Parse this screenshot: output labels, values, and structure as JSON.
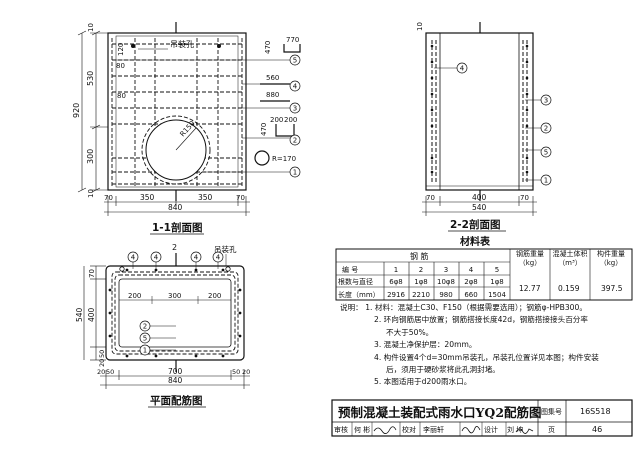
{
  "view11": {
    "title": "1-1剖面图",
    "lifting_hole": "吊装孔",
    "dims_height": [
      "530",
      "920",
      "300",
      "10",
      "10",
      "80",
      "80",
      "120"
    ],
    "dims_width": [
      "70",
      "350",
      "350",
      "70"
    ],
    "dims_total": "840",
    "radius": "R150",
    "callouts": [
      "5",
      "4",
      "3",
      "2",
      "1"
    ],
    "bar_dims": {
      "b5a": "470",
      "b5b": "770",
      "b4": "560",
      "b3": "880",
      "b2a": "200",
      "b2b": "200",
      "b2c": "470",
      "b1": "R=170"
    }
  },
  "view22": {
    "title": "2-2剖面图",
    "dims_height": [
      "10"
    ],
    "dims_width": [
      "70",
      "400",
      "70"
    ],
    "dims_total": "540",
    "callouts": [
      "4",
      "3",
      "2",
      "5",
      "1"
    ]
  },
  "plan": {
    "title": "平面配筋图",
    "lifting_hole": "吊装孔",
    "section_mark": "2",
    "callouts": [
      "4",
      "4",
      "4",
      "4",
      "2",
      "5",
      "1"
    ],
    "inner_dims": [
      "200",
      "300",
      "200"
    ],
    "dims_height": [
      "70",
      "400",
      "540",
      "50",
      "20"
    ],
    "dims_width": [
      "20",
      "50",
      "700",
      "50",
      "20"
    ],
    "dims_total": "840"
  },
  "material_table": {
    "title": "材料表",
    "header_rebar": "钢 筋",
    "row_labels": [
      "编 号",
      "根数与直径",
      "长度（mm）"
    ],
    "numbers": [
      "1",
      "2",
      "3",
      "4",
      "5"
    ],
    "counts": [
      "6φ8",
      "1φ8",
      "10φ8",
      "2φ8",
      "1φ8"
    ],
    "lengths": [
      "2916",
      "2210",
      "980",
      "660",
      "1504"
    ],
    "col_steel": "钢筋重量（kg）",
    "col_concrete": "混凝土体积（m³）",
    "col_weight": "构件重量（kg）",
    "steel": "12.77",
    "concrete": "0.159",
    "weight": "397.5"
  },
  "notes": {
    "label": "说明：",
    "items": [
      "1. 材料：混凝土C30、F150（根据需要选用）；钢筋φ-HPB300。",
      "2. 环向钢筋居中放置；钢筋搭接长度42d，钢筋搭接接头百分率",
      "不大于50%。",
      "3. 混凝土净保护层：20mm。",
      "4. 构件设置4个d=30mm吊装孔，吊装孔位置详见本图；构件安装",
      "后，须用于硬砂浆将此孔洞封堵。",
      "5. 本图适用于d200雨水口。"
    ]
  },
  "title_block": {
    "title": "预制混凝土装配式雨水口YQ2配筋图",
    "atlas_label": "图集号",
    "atlas_no": "16S518",
    "review_label": "审核",
    "reviewer": "何 彬",
    "check_label": "校对",
    "checker": "李丽轩",
    "design_label": "设计",
    "designer": "刘 坤",
    "page_label": "页",
    "page_no": "46"
  }
}
